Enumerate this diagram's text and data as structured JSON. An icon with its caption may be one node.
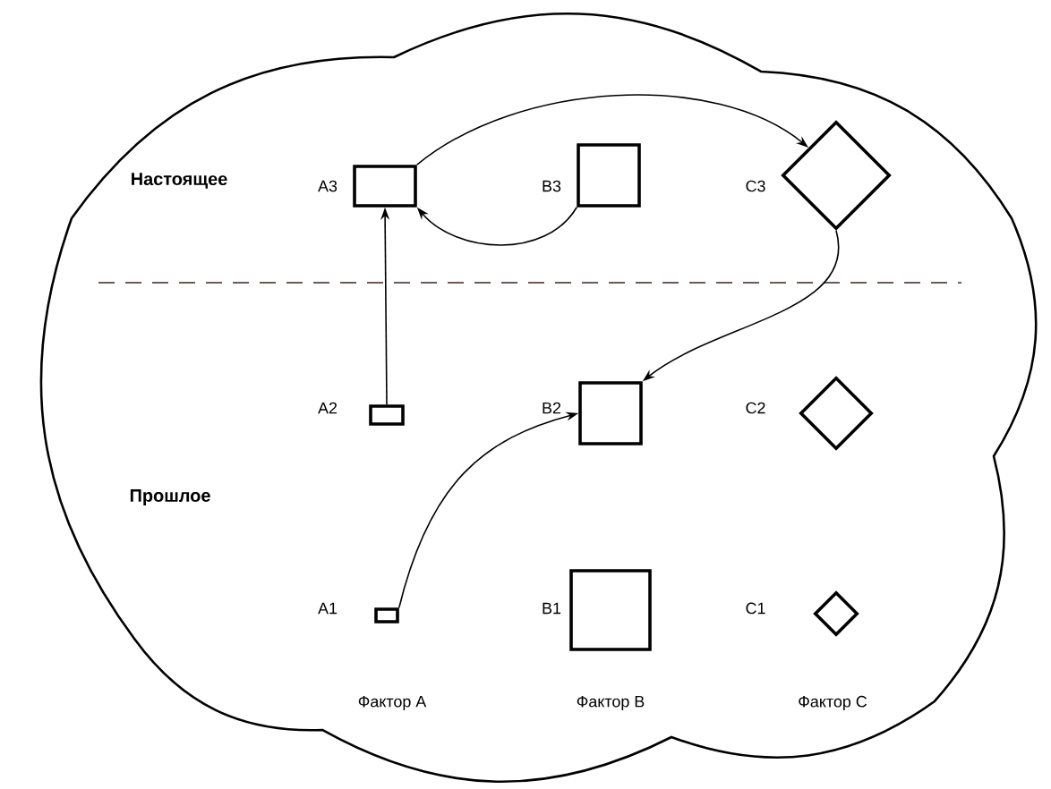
{
  "diagram": {
    "nodes": [
      {
        "text": [],
        "shape": "cloud"
      },
      {
        "text": [],
        "shape": "box",
        "in": 0,
        "beside": [
          "A3"
        ]
      },
      {
        "text": [],
        "shape": "box",
        "in": 0,
        "beside": [
          "B3"
        ]
      },
      {
        "text": [],
        "shape": "diamond",
        "in": 0,
        "beside": [
          "C3"
        ]
      },
      {
        "text": [],
        "shape": "box",
        "in": 0,
        "beside": [
          "A2"
        ]
      },
      {
        "text": [],
        "shape": "box",
        "in": 0,
        "beside": [
          "B2"
        ]
      },
      {
        "text": [],
        "shape": "diamond",
        "in": 0,
        "beside": [
          "C2"
        ]
      },
      {
        "text": [],
        "shape": "box",
        "in": 0,
        "beside": [
          "A1"
        ]
      },
      {
        "text": [],
        "shape": "box",
        "in": 0,
        "beside": [
          "B1"
        ]
      },
      {
        "text": [],
        "shape": "diamond",
        "in": 0,
        "beside": [
          "C1"
        ]
      }
    ],
    "edges": [
      {
        "from": 1,
        "to": 3,
        "arrow": "to"
      },
      {
        "from": 2,
        "to": 1,
        "arrow": "to"
      },
      {
        "from": 3,
        "to": 5,
        "arrow": "to"
      },
      {
        "from": 4,
        "to": 1,
        "arrow": "to"
      },
      {
        "from": 7,
        "to": 5,
        "arrow": "to"
      }
    ],
    "labels": [
      "Настоящее",
      "Прошлое",
      "Фактор A",
      "Фактор B",
      "Фактор C"
    ]
  }
}
